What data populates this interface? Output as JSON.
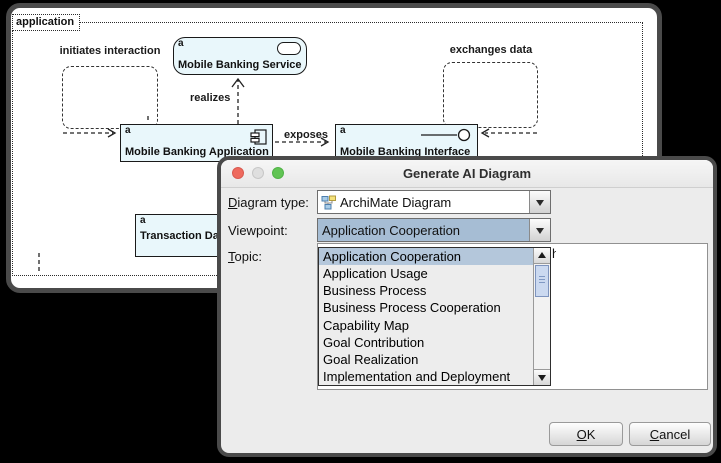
{
  "canvas": {
    "group_label": "application",
    "nodes": {
      "service": {
        "marker": "a",
        "name": "Mobile Banking Service"
      },
      "application": {
        "marker": "a",
        "name": "Mobile Banking Application"
      },
      "interface": {
        "marker": "a",
        "name": "Mobile Banking Interface"
      },
      "data_object": {
        "marker": "a",
        "name": "Transaction Data"
      }
    },
    "relations": {
      "initiates": "initiates interaction",
      "realizes": "realizes",
      "exposes": "exposes",
      "exchanges": "exchanges data"
    }
  },
  "dialog": {
    "title": "Generate AI Diagram",
    "diagram_type_label": "Diagram type:",
    "diagram_type_value": "ArchiMate Diagram",
    "viewpoint_label": "Viewpoint:",
    "viewpoint_value": "Application Cooperation",
    "topic_label": "Topic:",
    "topic_fragment": "h",
    "dropdown_items": [
      "Application Cooperation",
      "Application Usage",
      "Business Process",
      "Business Process Cooperation",
      "Capability Map",
      "Goal Contribution",
      "Goal Realization",
      "Implementation and Deployment"
    ],
    "selected_item": "Application Cooperation",
    "ok_label": "OK",
    "cancel_label": "Cancel",
    "colors": {
      "viewpoint_highlight": "#A6BDD4",
      "list_selection": "#B4C7DB"
    }
  }
}
